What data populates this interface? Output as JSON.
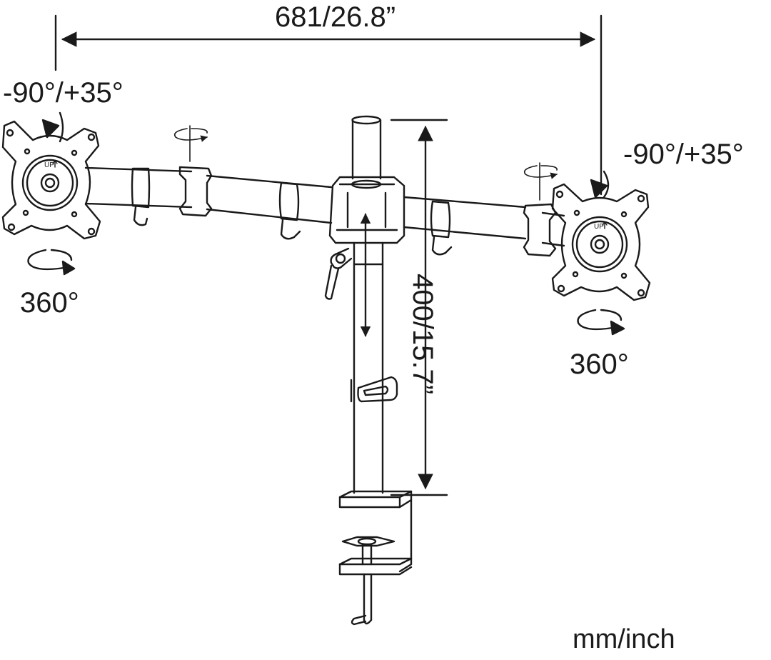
{
  "dimensions": {
    "width_label": "681/26.8”",
    "height_label": "400/15.7”",
    "units_label": "mm/inch"
  },
  "left_mount": {
    "tilt_label": "-90°/+35°",
    "rotation_label": "360°",
    "vesa_mark": "UP"
  },
  "right_mount": {
    "tilt_label": "-90°/+35°",
    "rotation_label": "360°",
    "vesa_mark": "UP"
  },
  "icons": [
    "swivel-arrow-icon",
    "rotation-arrow-icon",
    "tilt-arrow-icon",
    "height-adjust-arrow-icon"
  ],
  "colors": {
    "line": "#1a1a1a",
    "background": "#ffffff"
  }
}
